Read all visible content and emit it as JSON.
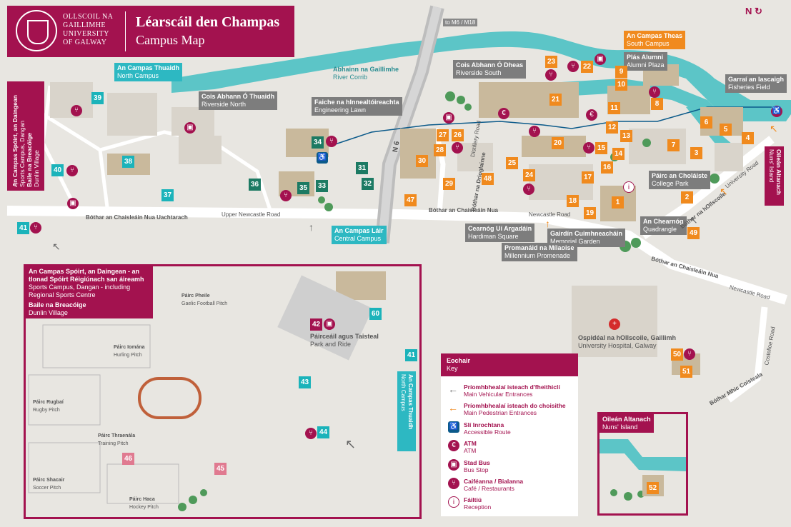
{
  "header": {
    "uni_line1": "OLLSCOIL NA",
    "uni_line2": "GAILLIMHE",
    "uni_line3": "UNIVERSITY",
    "uni_line4": "OF GALWAY",
    "title_ga": "Léarscáil den Champas",
    "title_en": "Campus Map"
  },
  "compass": "N",
  "areas": {
    "south_campus": {
      "ga": "An Campas Theas",
      "en": "South Campus"
    },
    "north_campus": {
      "ga": "An Campas Thuaidh",
      "en": "North Campus"
    },
    "central_campus": {
      "ga": "An Campas Láir",
      "en": "Central Campus"
    },
    "sports_side": {
      "ga": "An Campas Spóirt, an Daingean",
      "en": "Sports Campus, Dangan",
      "ga2": "Baile na Breacóige",
      "en2": "Dunlin Village"
    },
    "nuns_island_side": {
      "ga": "Oileán Altanach",
      "en": "Nuns' Island"
    },
    "north_campus_side": {
      "ga": "An Campas Thuaidh",
      "en": "North Campus"
    }
  },
  "places": {
    "river": {
      "ga": "Abhainn na Gaillimhe",
      "en": "River Corrib"
    },
    "riverside_south": {
      "ga": "Cois Abhann Ó Dheas",
      "en": "Riverside South"
    },
    "riverside_north": {
      "ga": "Cois Abhann Ó Thuaidh",
      "en": "Riverside North"
    },
    "eng_lawn": {
      "ga": "Faiche na hInnealtóireachta",
      "en": "Engineering Lawn"
    },
    "alumni": {
      "ga": "Plás Alumni",
      "en": "Alumni Plaza"
    },
    "fisheries": {
      "ga": "Garraí an Iascaigh",
      "en": "Fisheries Field"
    },
    "college_park": {
      "ga": "Páirc an Choláiste",
      "en": "College Park"
    },
    "quadrangle": {
      "ga": "An Chearnóg",
      "en": "Quadrangle"
    },
    "memorial": {
      "ga": "Gairdín Cuimhneacháin",
      "en": "Memorial Garden"
    },
    "hardiman": {
      "ga": "Cearnóg Uí Argadáin",
      "en": "Hardiman Square"
    },
    "millennium": {
      "ga": "Promanáid na Mílaoise",
      "en": "Millennium Promenade"
    },
    "hospital": {
      "ga": "Ospidéal na hOllscoile, Gaillimh",
      "en": "University Hospital, Galway"
    },
    "park_ride": {
      "ga": "Páirceáil agus Taisteal",
      "en": "Park and Ride"
    }
  },
  "roads": {
    "to_m6": "to M6 / M18",
    "n6": "N 6",
    "upper_newcastle_ga": "Bóthar an Chaisleáin Nua Uachtarach",
    "upper_newcastle_en": "Upper Newcastle Road",
    "newcastle_ga": "Bóthar an Chaisleáin Nua",
    "newcastle_en": "Newcastle Road",
    "newcastle_ga2": "Bóthar an Chaisleáin Nua",
    "newcastle_en2": "Newcastle Road",
    "university_ga": "Bóthar na hOllscoile",
    "university_en": "University Road",
    "distillery_ga": "Bóthar na Drioglainne",
    "distillery_en": "Distillery Road",
    "costello": "Costelloe Road",
    "costello_ga": "Bóthar Mhic Coisteala"
  },
  "sports_inset": {
    "heading_ga": "An Campas Spóirt, an Daingean - an tIonad Spóirt Réigiúnach san áireamh",
    "heading_en": "Sports Campus, Dangan - including Regional Sports Centre",
    "heading2_ga": "Baile na Breacóige",
    "heading2_en": "Dunlin Village",
    "pitches": [
      {
        "ga": "Páirc Pheile",
        "en": "Gaelic Football Pitch"
      },
      {
        "ga": "Páirc Iomána",
        "en": "Hurling Pitch"
      },
      {
        "ga": "Páirc Rugbaí",
        "en": "Rugby Pitch"
      },
      {
        "ga": "Páirc Thraenála",
        "en": "Training Pitch"
      },
      {
        "ga": "Páirc Shacair",
        "en": "Soccer Pitch"
      },
      {
        "ga": "Páirc Haca",
        "en": "Hockey Pitch"
      }
    ]
  },
  "nuns_inset": {
    "ga": "Oileán Altanach",
    "en": "Nuns' Island"
  },
  "key": {
    "title_ga": "Eochair",
    "title_en": "Key",
    "items": [
      {
        "ga": "Príomhbhealaí isteach d'fheithiclí",
        "en": "Main Vehicular Entrances",
        "icon": "arrow-grey"
      },
      {
        "ga": "Príomhbhealaí isteach do choisithe",
        "en": "Main Pedestrian Entrances",
        "icon": "arrow-orange"
      },
      {
        "ga": "Slí Inrochtana",
        "en": "Accessible Route",
        "icon": "wheelchair-icon"
      },
      {
        "ga": "ATM",
        "en": "ATM",
        "icon": "euro-icon"
      },
      {
        "ga": "Stad Bus",
        "en": "Bus Stop",
        "icon": "bus-icon"
      },
      {
        "ga": "Caiféanna / Bialanna",
        "en": "Café / Restaurants",
        "icon": "cutlery-icon"
      },
      {
        "ga": "Fáiltiú",
        "en": "Reception",
        "icon": "info-icon"
      }
    ]
  },
  "buildings": {
    "orange": [
      "1",
      "2",
      "3",
      "4",
      "5",
      "6",
      "7",
      "8",
      "9",
      "10",
      "11",
      "12",
      "13",
      "14",
      "15",
      "16",
      "17",
      "18",
      "19",
      "20",
      "21",
      "22",
      "23",
      "24",
      "25",
      "26",
      "27",
      "28",
      "29",
      "30",
      "47",
      "48",
      "49",
      "50",
      "51",
      "52"
    ],
    "teal": [
      "37",
      "38",
      "39",
      "40",
      "41",
      "43",
      "44",
      "60"
    ],
    "green": [
      "31",
      "32",
      "33",
      "34",
      "35",
      "36"
    ],
    "maroon": [
      "42"
    ],
    "pink": [
      "45",
      "46"
    ]
  },
  "colors": {
    "maroon": "#a3124f",
    "orange": "#f08a1e",
    "teal": "#2db8c2",
    "green": "#1c7a63",
    "river": "#5cc5c7",
    "land": "#e8e6e1",
    "tree": "#4f9a5a"
  }
}
